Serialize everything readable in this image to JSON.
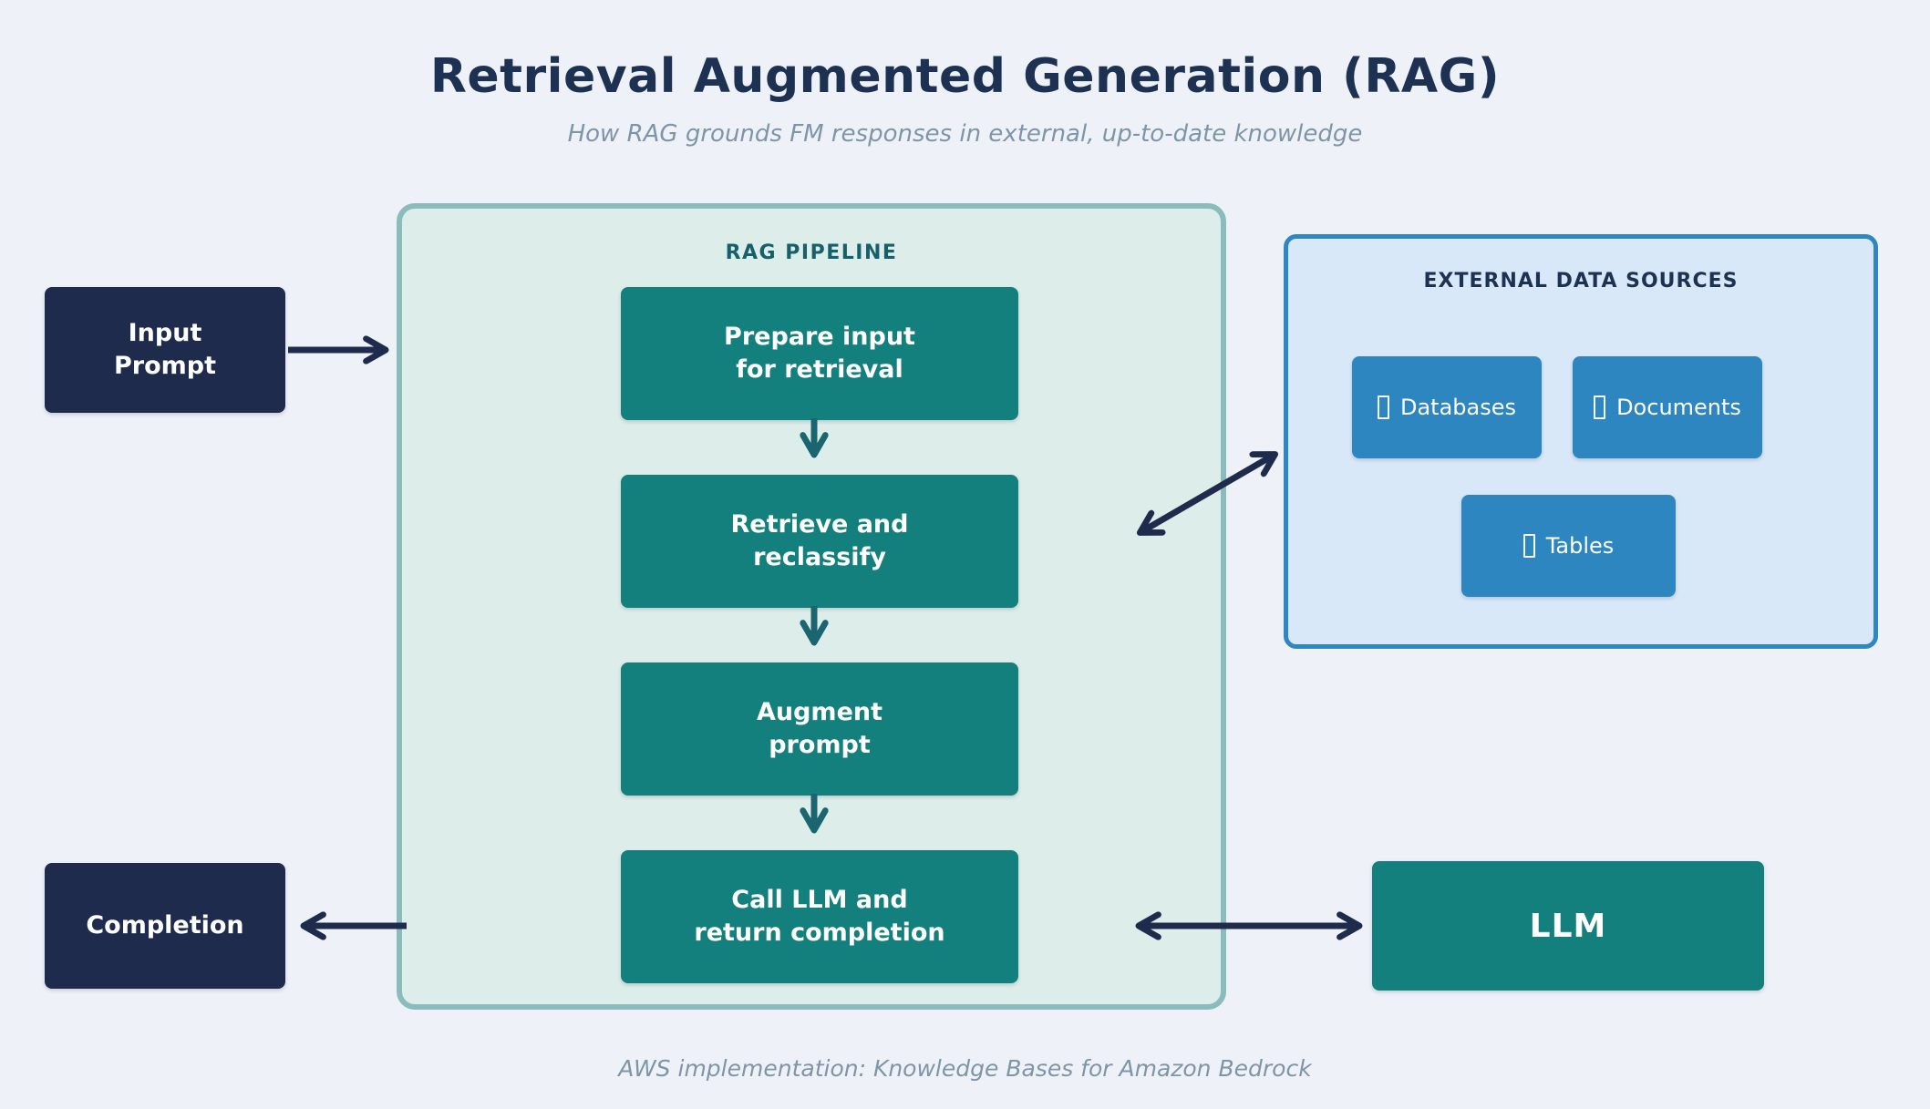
{
  "title": "Retrieval Augmented Generation (RAG)",
  "subtitle": "How RAG grounds FM responses in external, up-to-date knowledge",
  "footer": "AWS implementation: Knowledge Bases for Amazon Bedrock",
  "input_prompt": {
    "line1": "Input",
    "line2": "Prompt"
  },
  "completion": {
    "label": "Completion"
  },
  "pipeline": {
    "label": "RAG PIPELINE",
    "steps": [
      {
        "line1": "Prepare input",
        "line2": "for retrieval"
      },
      {
        "line1": "Retrieve and",
        "line2": "reclassify"
      },
      {
        "line1": "Augment",
        "line2": "prompt"
      },
      {
        "line1": "Call LLM and",
        "line2": "return completion"
      }
    ]
  },
  "external_sources": {
    "label": "EXTERNAL DATA SOURCES",
    "items": [
      {
        "label": "Databases",
        "icon": "missing-glyph-box"
      },
      {
        "label": "Documents",
        "icon": "missing-glyph-box"
      },
      {
        "label": "Tables",
        "icon": "missing-glyph-box"
      }
    ]
  },
  "llm": {
    "label": "LLM"
  },
  "colors": {
    "background": "#eef2f8",
    "title_navy": "#1d3152",
    "box_navy": "#1e2b4d",
    "box_teal": "#13807e",
    "arrow_teal": "#1a6570",
    "arrow_navy": "#1e2b4d",
    "pipeline_bg": "#ddeeea",
    "pipeline_border": "#8abcbd",
    "external_bg": "#d9e8f8",
    "external_border": "#2e86c3",
    "source_blue": "#2e86c1",
    "muted_text": "#7e95a8"
  }
}
